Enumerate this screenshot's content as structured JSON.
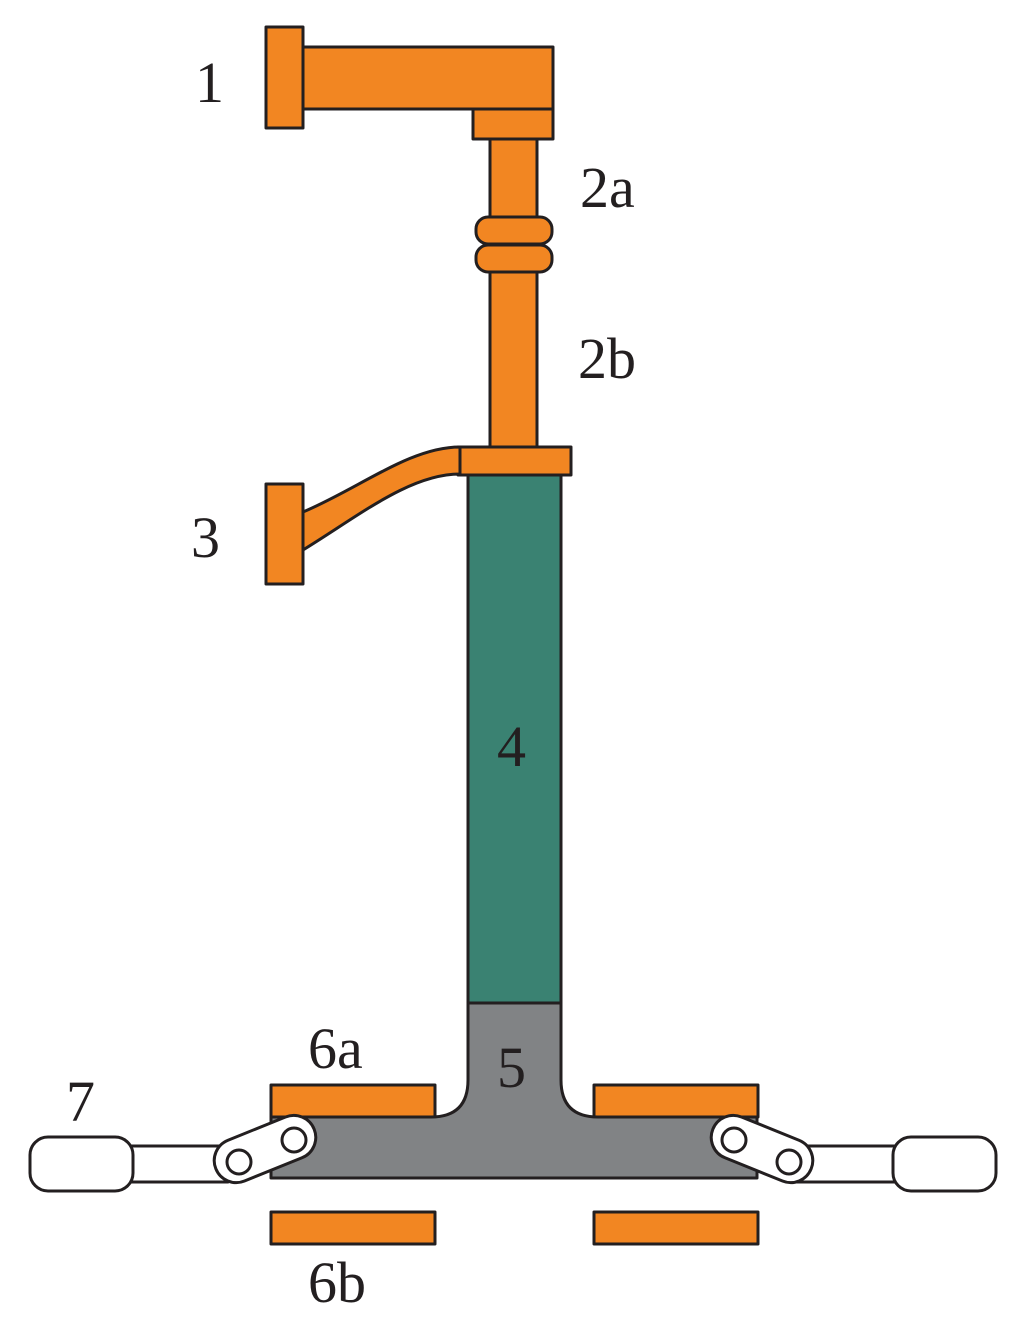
{
  "labels": {
    "part1": "1",
    "part2a": "2a",
    "part2b": "2b",
    "part3": "3",
    "part4": "4",
    "part5": "5",
    "part6a": "6a",
    "part6b": "6b",
    "part7": "7"
  },
  "colors": {
    "orange": "#f28622",
    "teal": "#3a8272",
    "gray": "#818385",
    "outline": "#231f20",
    "white": "#ffffff"
  }
}
